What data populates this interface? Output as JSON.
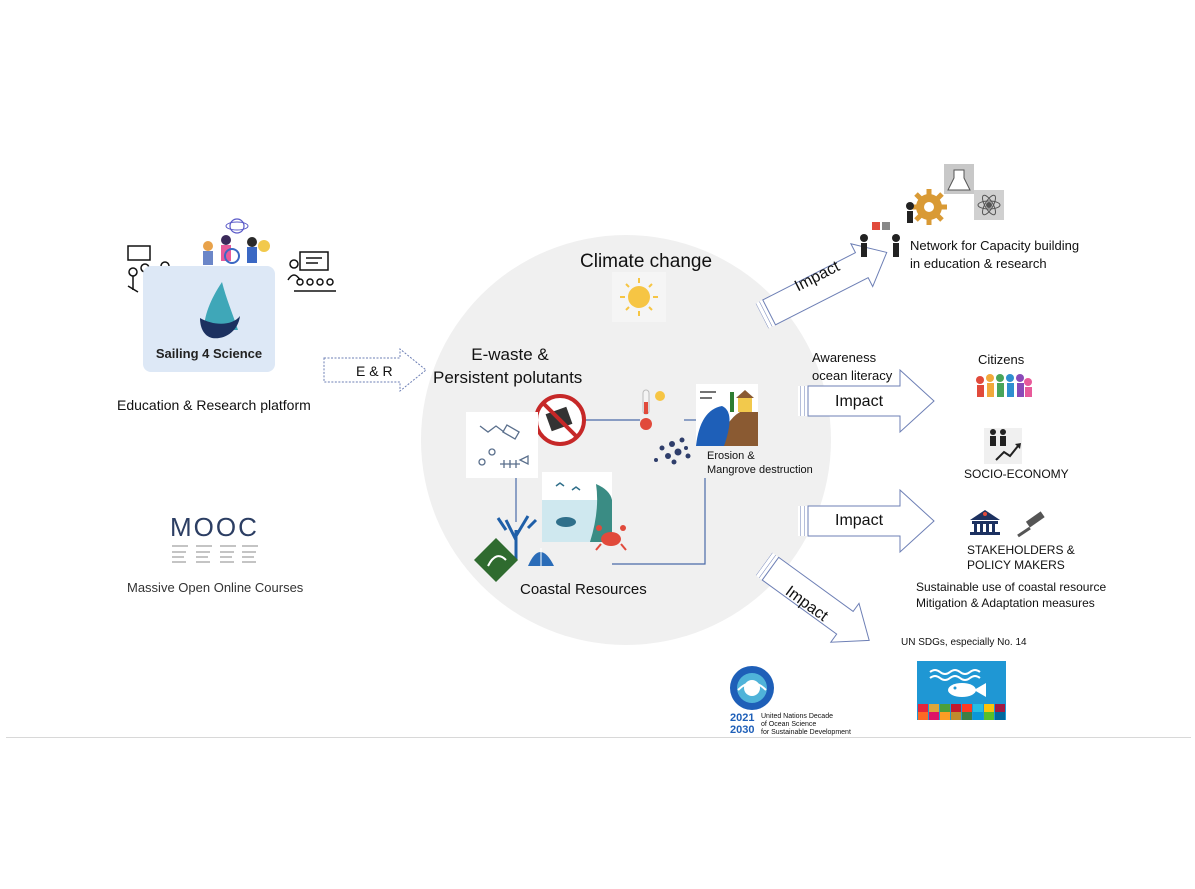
{
  "left": {
    "platform_name": "Sailing 4 Science",
    "platform_caption": "Education & Research platform",
    "mooc_word": "MOOC",
    "mooc_caption": "Massive Open Online Courses"
  },
  "flow": {
    "er_label": "E & R",
    "impact_label": "Impact"
  },
  "center": {
    "climate_change": "Climate change",
    "ewaste_line1": "E-waste &",
    "ewaste_line2": "Persistent polutants",
    "erosion_line1": "Erosion &",
    "erosion_line2": "Mangrove destruction",
    "coastal_resources": "Coastal Resources"
  },
  "right": {
    "network_line1": "Network for Capacity building",
    "network_line2": "in education & research",
    "awareness_line1": "Awareness",
    "awareness_line2": "ocean literacy",
    "citizens": "Citizens",
    "socio_economy": "SOCIO-ECONOMY",
    "stakeholders_line1": "STAKEHOLDERS &",
    "stakeholders_line2": "POLICY MAKERS",
    "sustainable_line1": "Sustainable use of coastal resource",
    "sustainable_line2": "Mitigation & Adaptation measures",
    "un_sdgs": "UN SDGs, especially No. 14",
    "decade_year1": "2021",
    "decade_year2": "2030",
    "decade_line1": "United Nations Decade",
    "decade_line2": "of Ocean Science",
    "decade_line3": "for Sustainable Development"
  },
  "colors": {
    "circle_fill": "#f0f0f0",
    "arrow_stroke": "#6d7fb5",
    "sdg14_blue": "#1f97d4",
    "s4s_box": "#dde8f6",
    "sail_dark": "#1c3160",
    "sail_teal": "#3fa7b8"
  }
}
